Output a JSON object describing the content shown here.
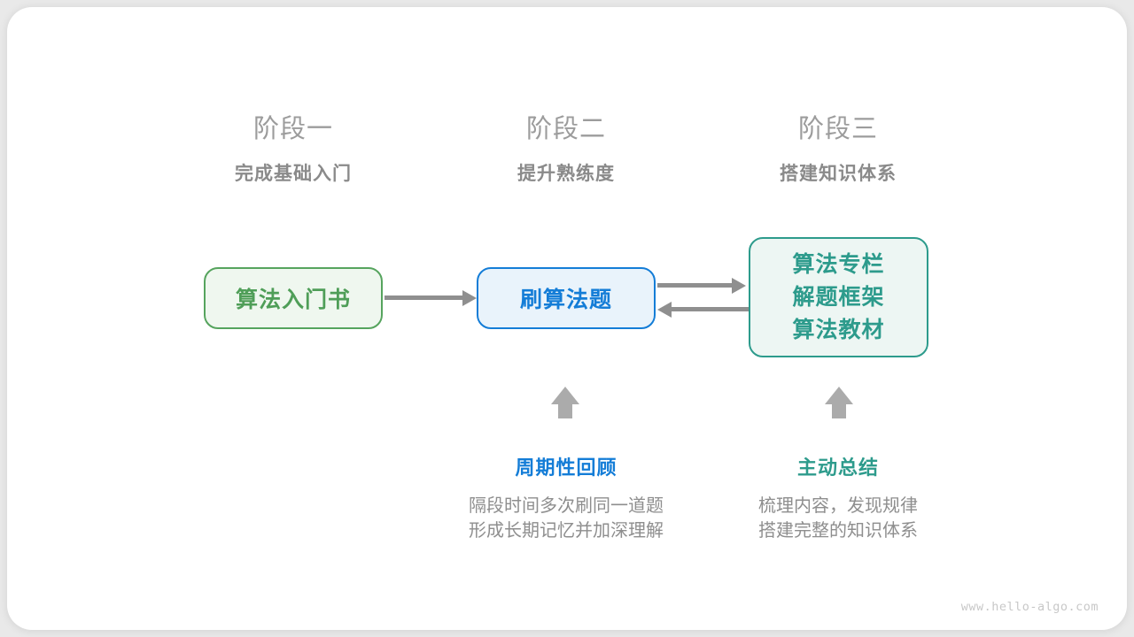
{
  "diagram": {
    "watermark": "www.hello-algo.com",
    "stages": [
      {
        "title": "阶段一",
        "subtitle": "完成基础入门"
      },
      {
        "title": "阶段二",
        "subtitle": "提升熟练度"
      },
      {
        "title": "阶段三",
        "subtitle": "搭建知识体系"
      }
    ],
    "nodes": {
      "intro_book": {
        "label": "算法入门书",
        "text_color": "#4f9e58",
        "border_color": "#56a45e",
        "bg_color": "#eff7ef"
      },
      "practice": {
        "label": "刷算法题",
        "text_color": "#147dd7",
        "border_color": "#147dd7",
        "bg_color": "#e9f3fb"
      },
      "knowledge": {
        "lines": [
          "算法专栏",
          "解题框架",
          "算法教材"
        ],
        "text_color": "#2d9b8c",
        "border_color": "#2d9b8c",
        "bg_color": "#edf6f3"
      }
    },
    "annotations": {
      "review": {
        "label": "周期性回顾",
        "color": "#147dd7",
        "desc": [
          "隔段时间多次刷同一道题",
          "形成长期记忆并加深理解"
        ]
      },
      "summarize": {
        "label": "主动总结",
        "color": "#2d9b8c",
        "desc": [
          "梳理内容，发现规律",
          "搭建完整的知识体系"
        ]
      }
    },
    "connector_color": "#8f8f8f",
    "up_arrow_color": "#ababab"
  }
}
